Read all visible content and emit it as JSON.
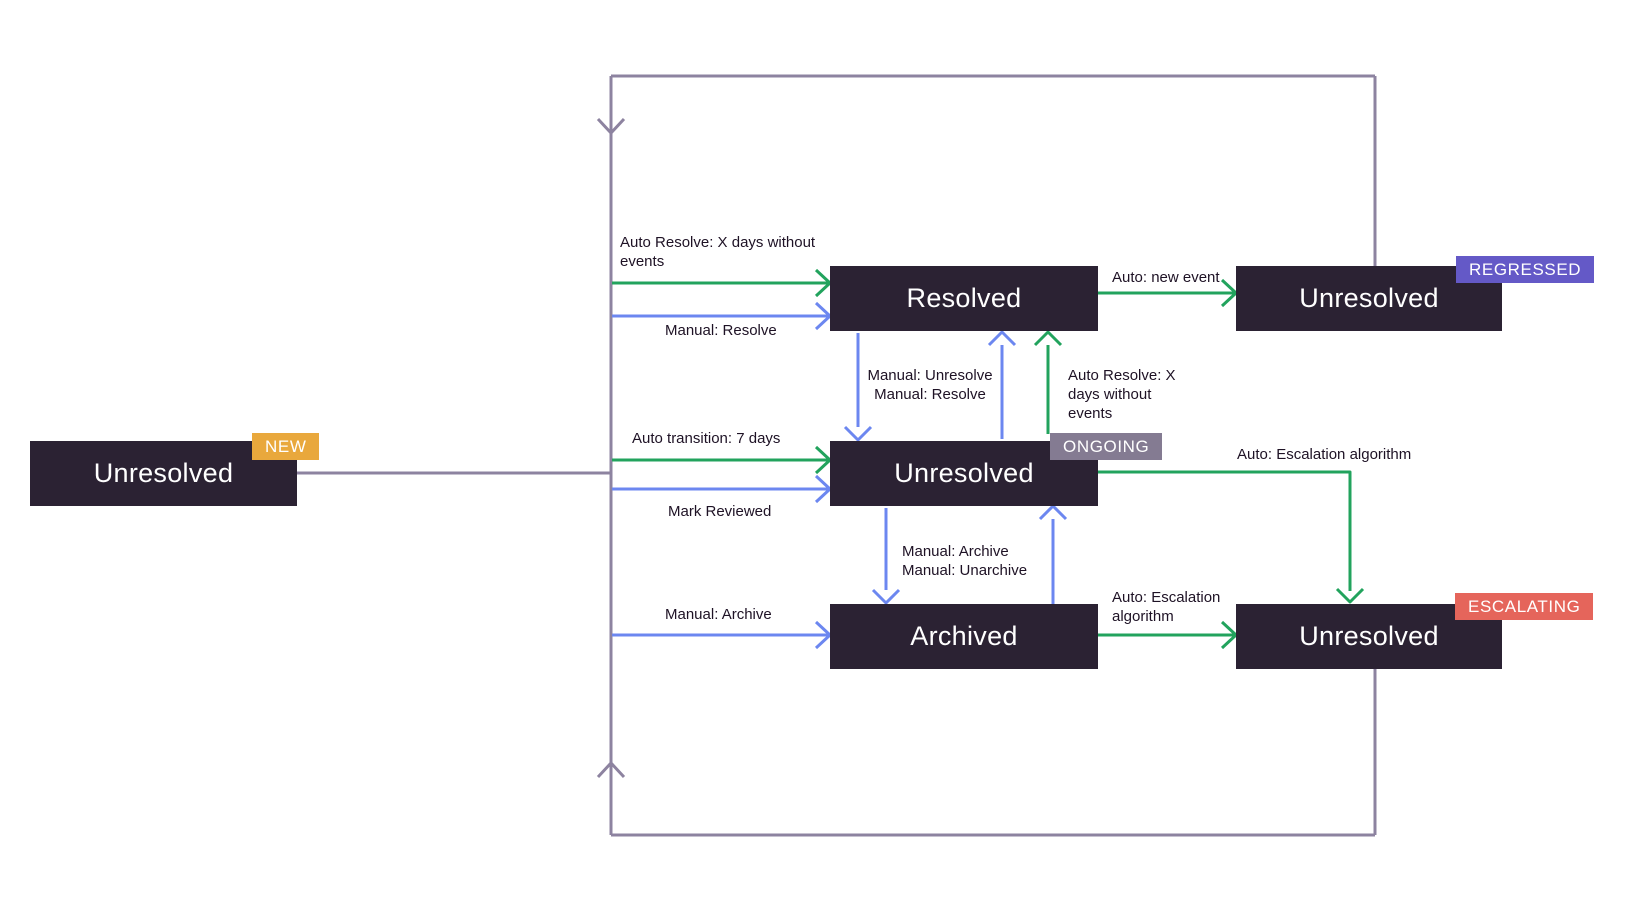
{
  "diagram": {
    "type": "state-flow",
    "description_visible_states": [
      "Unresolved",
      "Resolved",
      "Unresolved",
      "Unresolved",
      "Archived",
      "Unresolved"
    ]
  },
  "colors": {
    "node_bg": "#2B2233",
    "node_text": "#FFFFFF",
    "loop_line": "#8D83A0",
    "auto_edge_green": "#22A35D",
    "manual_edge_blue": "#6C87F0",
    "label_text": "#1E1225",
    "badge_new": "#E9A83C",
    "badge_regressed": "#6459C7",
    "badge_ongoing": "#847B92",
    "badge_escalating": "#E5655B"
  },
  "nodes": {
    "new": {
      "label": "Unresolved",
      "badge": "NEW"
    },
    "resolved": {
      "label": "Resolved"
    },
    "regressed": {
      "label": "Unresolved",
      "badge": "REGRESSED"
    },
    "ongoing": {
      "label": "Unresolved",
      "badge": "ONGOING"
    },
    "archived": {
      "label": "Archived"
    },
    "escalating": {
      "label": "Unresolved",
      "badge": "ESCALATING"
    }
  },
  "edges": [
    {
      "id": "auto-resolve-top",
      "from": "loop",
      "to": "resolved",
      "kind": "auto",
      "label": "Auto Resolve: X days without\nevents"
    },
    {
      "id": "manual-resolve-top",
      "from": "loop",
      "to": "resolved",
      "kind": "manual",
      "label": "Manual: Resolve"
    },
    {
      "id": "auto-new-event",
      "from": "resolved",
      "to": "regressed",
      "kind": "auto",
      "label": "Auto: new event"
    },
    {
      "id": "manual-unresolve-resolve",
      "from": "resolved",
      "to": "ongoing",
      "kind": "manual",
      "label": "Manual: Unresolve\nManual: Resolve"
    },
    {
      "id": "auto-resolve-right",
      "from": "ongoing",
      "to": "resolved",
      "kind": "auto",
      "label": "Auto Resolve: X\ndays without\nevents"
    },
    {
      "id": "auto-transition",
      "from": "loop",
      "to": "ongoing",
      "kind": "auto",
      "label": "Auto transition: 7 days"
    },
    {
      "id": "mark-reviewed",
      "from": "loop",
      "to": "ongoing",
      "kind": "manual",
      "label": "Mark Reviewed"
    },
    {
      "id": "auto-escalation-right",
      "from": "ongoing",
      "to": "escalating",
      "kind": "auto",
      "label": "Auto: Escalation algorithm"
    },
    {
      "id": "manual-archive-unarchive",
      "from": "ongoing",
      "to": "archived",
      "kind": "manual",
      "label": "Manual: Archive\nManual: Unarchive"
    },
    {
      "id": "manual-archive-left",
      "from": "loop",
      "to": "archived",
      "kind": "manual",
      "label": "Manual: Archive"
    },
    {
      "id": "auto-escalation-bottom",
      "from": "archived",
      "to": "escalating",
      "kind": "auto",
      "label": "Auto: Escalation\nalgorithm"
    }
  ]
}
